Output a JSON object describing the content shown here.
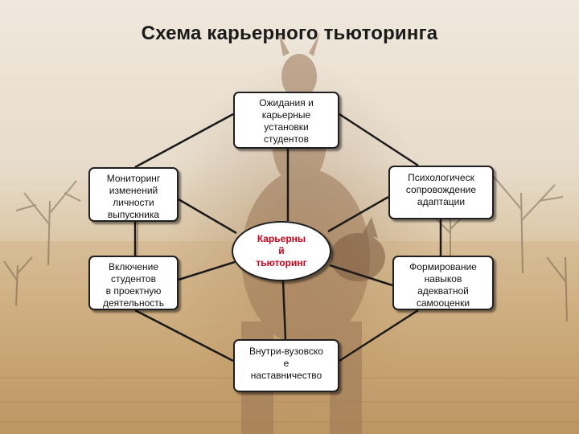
{
  "slide": {
    "title": "Схема карьерного тьюторинга"
  },
  "diagram": {
    "center": "Карьерны\nй\nтьюторинг",
    "nodes": {
      "top": "Ожидания и\nкарьерные\nустановки\nстудентов",
      "upper_right": "Психологическ\nсопровождение\nадаптации",
      "lower_right": "Формирование\nнавыков\nадекватной\nсамооценки",
      "bottom": "Внутри-вузовско\nе\nнаставничество",
      "lower_left": "Включение\nстудентов\nв проектную\nдеятельность",
      "upper_left": "Мониторинг\nизменений\nличности\nвыпускника"
    }
  },
  "colors": {
    "center_text": "#d4001a",
    "box_border": "#1f1f1f",
    "box_fill": "#ffffff"
  }
}
